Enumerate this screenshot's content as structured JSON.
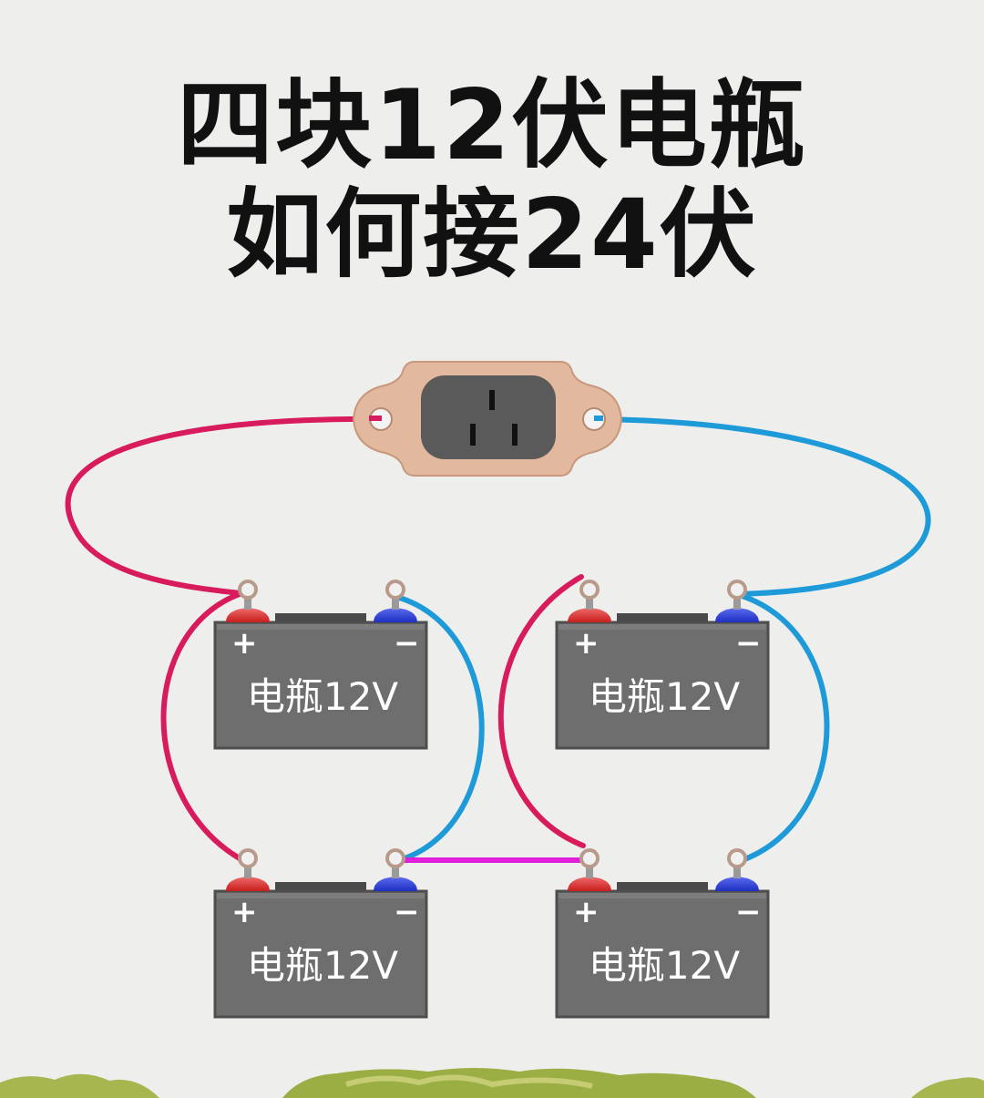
{
  "title": {
    "line1": "四块12伏电瓶",
    "line2": "如何接24伏"
  },
  "batteries": [
    {
      "id": "top-left",
      "label": "电瓶12V",
      "plus": "+",
      "minus": "−"
    },
    {
      "id": "top-right",
      "label": "电瓶12V",
      "plus": "+",
      "minus": "−"
    },
    {
      "id": "bottom-left",
      "label": "电瓶12V",
      "plus": "+",
      "minus": "−"
    },
    {
      "id": "bottom-right",
      "label": "电瓶12V",
      "plus": "+",
      "minus": "−"
    }
  ],
  "colors": {
    "positive_wire": "#d81b5c",
    "negative_wire": "#1e9ad8",
    "series_link": "#e020d8",
    "battery_body": "#6e6e6e",
    "socket_plate": "#e2b89e",
    "background": "#eeefed"
  },
  "icons": [
    "power-socket-icon",
    "battery-icon",
    "grass-decoration"
  ]
}
